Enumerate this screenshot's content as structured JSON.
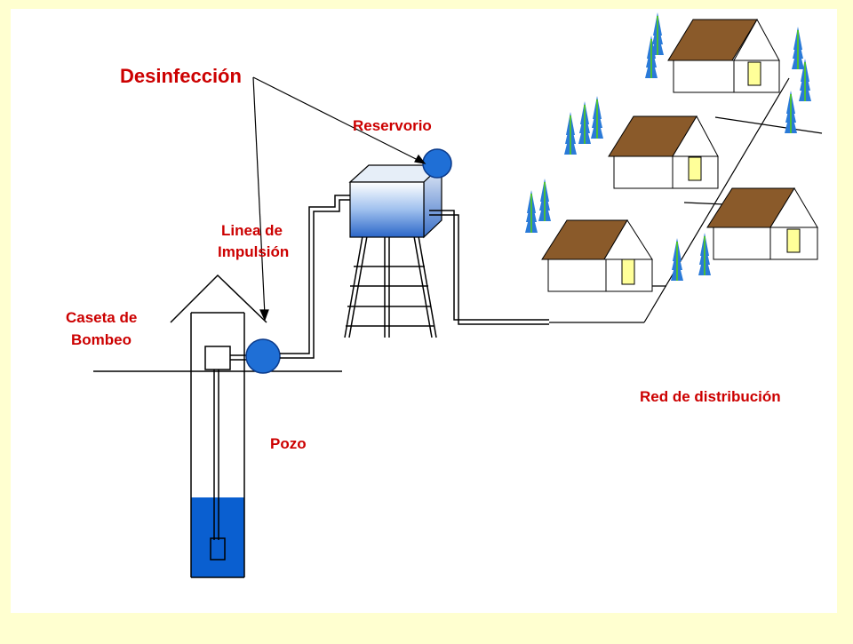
{
  "labels": {
    "disinfection": "Desinfección",
    "reservoir": "Reservorio",
    "impulsion_line_1": "Linea de",
    "impulsion_line_2": "Impulsión",
    "pump_house_1": "Caseta de",
    "pump_house_2": "Bombeo",
    "well": "Pozo",
    "distribution": "Red de distribución"
  },
  "colors": {
    "frame": "#ffffd0",
    "canvas": "#ffffff",
    "label_red": "#cc0000",
    "pump_blue": "#1f6fd6",
    "water_blue": "#0a5fd0",
    "roof_brown": "#8a5a2a",
    "door_yellow": "#ffff99",
    "tree_blue": "#2a7ad8",
    "tree_green": "#4bbf3a"
  }
}
